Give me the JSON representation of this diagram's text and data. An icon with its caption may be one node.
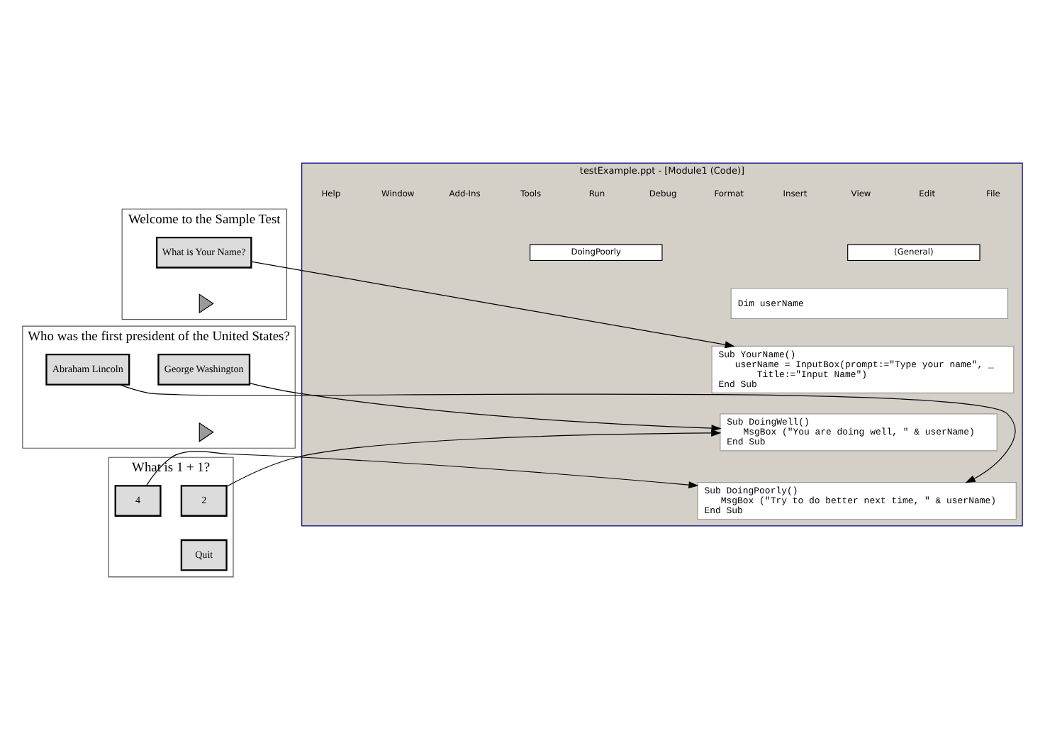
{
  "diagram": {
    "nodes": [
      {
        "text": [
          "Welcome to the Sample Test"
        ]
      },
      {
        "text": [
          "What is Your Name?"
        ],
        "in": 0
      },
      {
        "text": [],
        "shape": "triangle",
        "in": 0
      },
      {
        "text": [
          "Who was the first president of the United States?"
        ]
      },
      {
        "text": [
          "George Washington"
        ],
        "in": 3
      },
      {
        "text": [
          "Abraham Lincoln"
        ],
        "in": 3
      },
      {
        "text": [],
        "shape": "triangle",
        "in": 3
      },
      {
        "text": [
          "What is 1 + 1?"
        ]
      },
      {
        "text": [
          "2"
        ],
        "in": 7
      },
      {
        "text": [
          "4"
        ],
        "in": 7
      },
      {
        "text": [
          "Quit"
        ],
        "in": 7
      },
      {
        "text": [
          "testExample.ppt - [Module1 (Code)]"
        ]
      },
      {
        "text": [
          "(General)"
        ],
        "in": 11
      },
      {
        "text": [
          "DoingPoorly"
        ],
        "in": 11
      },
      {
        "text": [
          "Dim userName"
        ],
        "in": 11
      },
      {
        "text": [
          "Sub YourName()",
          "    userName = InputBox(prompt:=\"Type your name\", _",
          "        Title:=\"Input Name\")",
          "End Sub"
        ],
        "in": 11
      },
      {
        "text": [
          "Sub DoingWell()",
          "    MsgBox (\"You are doing well, \" & userName)",
          "End Sub"
        ],
        "in": 11
      },
      {
        "text": [
          "Sub DoingPoorly()",
          "    MsgBox (\"Try to do better next time, \" & userName)",
          "End Sub"
        ],
        "in": 11
      }
    ],
    "edges": [
      {
        "from": 1,
        "to": 15,
        "arrow": "to"
      },
      {
        "from": 4,
        "to": 16,
        "arrow": "to"
      },
      {
        "from": 5,
        "to": 17,
        "arrow": "to"
      },
      {
        "from": 8,
        "to": 16,
        "arrow": "to"
      },
      {
        "from": 9,
        "to": 17,
        "arrow": "to"
      }
    ],
    "labels": [
      "File",
      "Edit",
      "View",
      "Insert",
      "Format",
      "Debug",
      "Run",
      "Tools",
      "Add-Ins",
      "Window",
      "Help"
    ]
  }
}
